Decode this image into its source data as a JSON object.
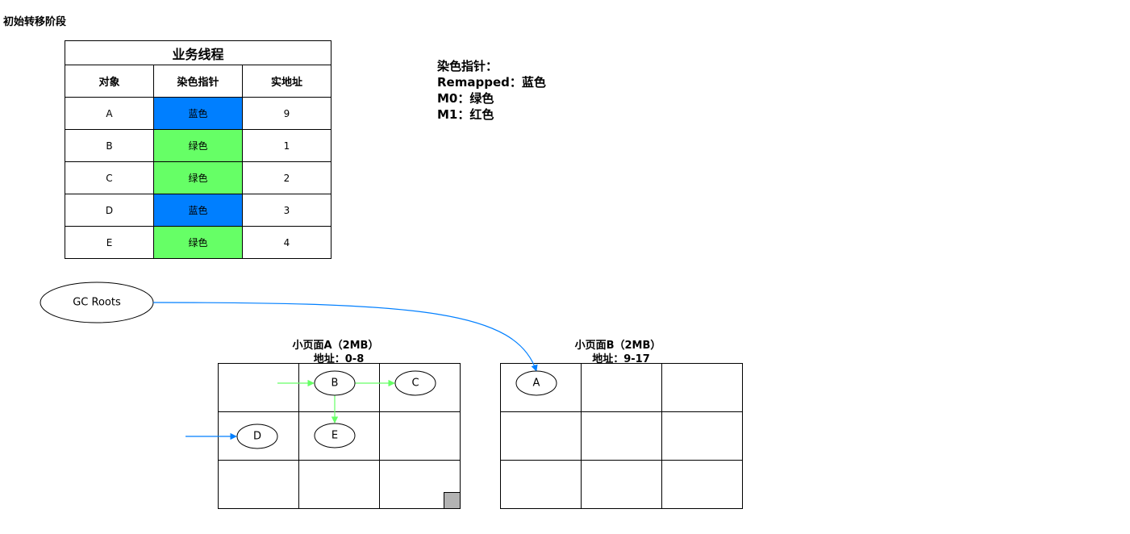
{
  "title": "初始转移阶段",
  "table": {
    "title": "业务线程",
    "headers": [
      "对象",
      "染色指针",
      "实地址"
    ],
    "rows": [
      {
        "obj": "A",
        "color": "蓝色",
        "addr": "9",
        "bg": "#007FFF"
      },
      {
        "obj": "B",
        "color": "绿色",
        "addr": "1",
        "bg": "#66FF66"
      },
      {
        "obj": "C",
        "color": "绿色",
        "addr": "2",
        "bg": "#66FF66"
      },
      {
        "obj": "D",
        "color": "蓝色",
        "addr": "3",
        "bg": "#007FFF"
      },
      {
        "obj": "E",
        "color": "绿色",
        "addr": "4",
        "bg": "#66FF66"
      }
    ]
  },
  "legend": {
    "line1": "染色指针：",
    "line2": "Remapped：蓝色",
    "line3": "M0：绿色",
    "line4": "M1：红色"
  },
  "gc_roots": "GC Roots",
  "page_a": {
    "label": "小页面A（2MB）",
    "addr": "地址：0-8",
    "nodes": [
      "B",
      "C",
      "D",
      "E"
    ]
  },
  "page_b": {
    "label": "小页面B（2MB）",
    "addr": "地址：9-17",
    "nodes": [
      "A"
    ]
  },
  "colors": {
    "blue_edge": "#007FFF",
    "green_edge": "#66FF66",
    "marker": "#B3B3B3"
  }
}
